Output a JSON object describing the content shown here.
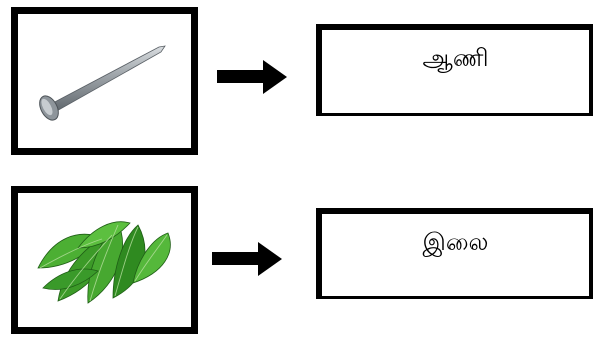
{
  "rows": [
    {
      "picture": "nail",
      "word": "ஆணி"
    },
    {
      "picture": "leaves",
      "word": "இலை"
    }
  ],
  "colors": {
    "border": "#000000",
    "arrow": "#000000",
    "leaf": "#3a9a2a",
    "nail": "#9aa0a6"
  },
  "icons": {
    "arrow": "arrow-right-icon"
  }
}
